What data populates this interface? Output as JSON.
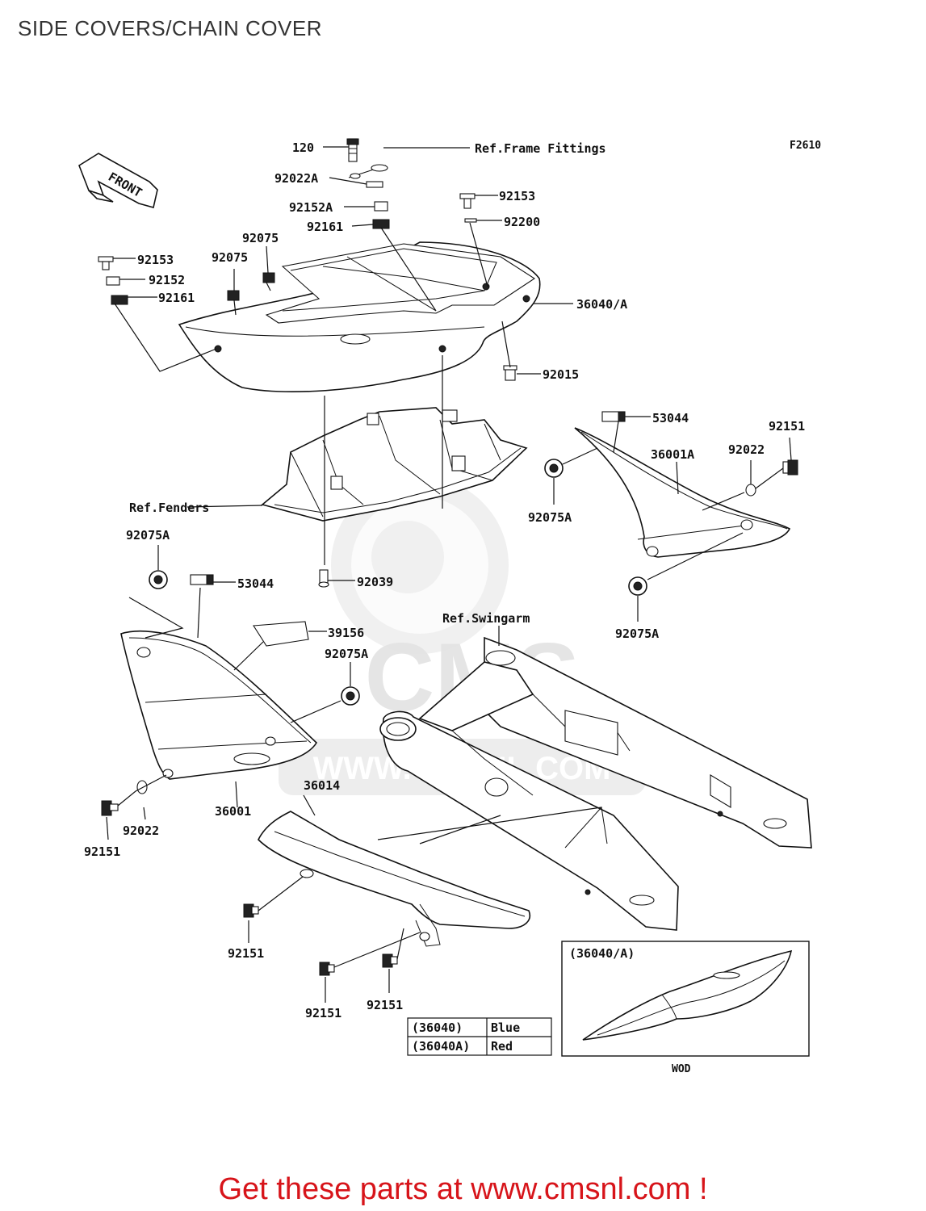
{
  "title": "SIDE COVERS/CHAIN COVER",
  "figure_code": "F2610",
  "front_arrow_label": "FRONT",
  "labels": {
    "p120": "120",
    "p92022A": "92022A",
    "p92152A": "92152A",
    "p92161_top": "92161",
    "p92153_top": "92153",
    "p92200": "92200",
    "ref_frame": "Ref.Frame Fittings",
    "p92075_a": "92075",
    "p92075_b": "92075",
    "p92153_left": "92153",
    "p92152": "92152",
    "p92161_left": "92161",
    "p36040A": "36040/A",
    "p92015": "92015",
    "p53044_right": "53044",
    "p92151_right": "92151",
    "p36001A": "36001A",
    "p92022_right": "92022",
    "ref_fenders": "Ref.Fenders",
    "p92075A_mid": "92075A",
    "p92075A_left": "92075A",
    "p53044_left": "53044",
    "p92039": "92039",
    "p92075A_right_low": "92075A",
    "ref_swingarm": "Ref.Swingarm",
    "p39156": "39156",
    "p92075A_center": "92075A",
    "p36014": "36014",
    "p36001": "36001",
    "p92022_left": "92022",
    "p92151_left": "92151",
    "p92151_chain": "92151",
    "p92151_bottom_a": "92151",
    "p92151_bottom_b": "92151"
  },
  "inset": {
    "title": "(36040/A)",
    "code": "WOD"
  },
  "color_table": [
    {
      "part": "(36040)",
      "color": "Blue"
    },
    {
      "part": "(36040A)",
      "color": "Red"
    }
  ],
  "watermark": {
    "brand": "CMS",
    "url": "WWW.CMSNL.COM"
  },
  "footer": "Get these parts at www.cmsnl.com !"
}
